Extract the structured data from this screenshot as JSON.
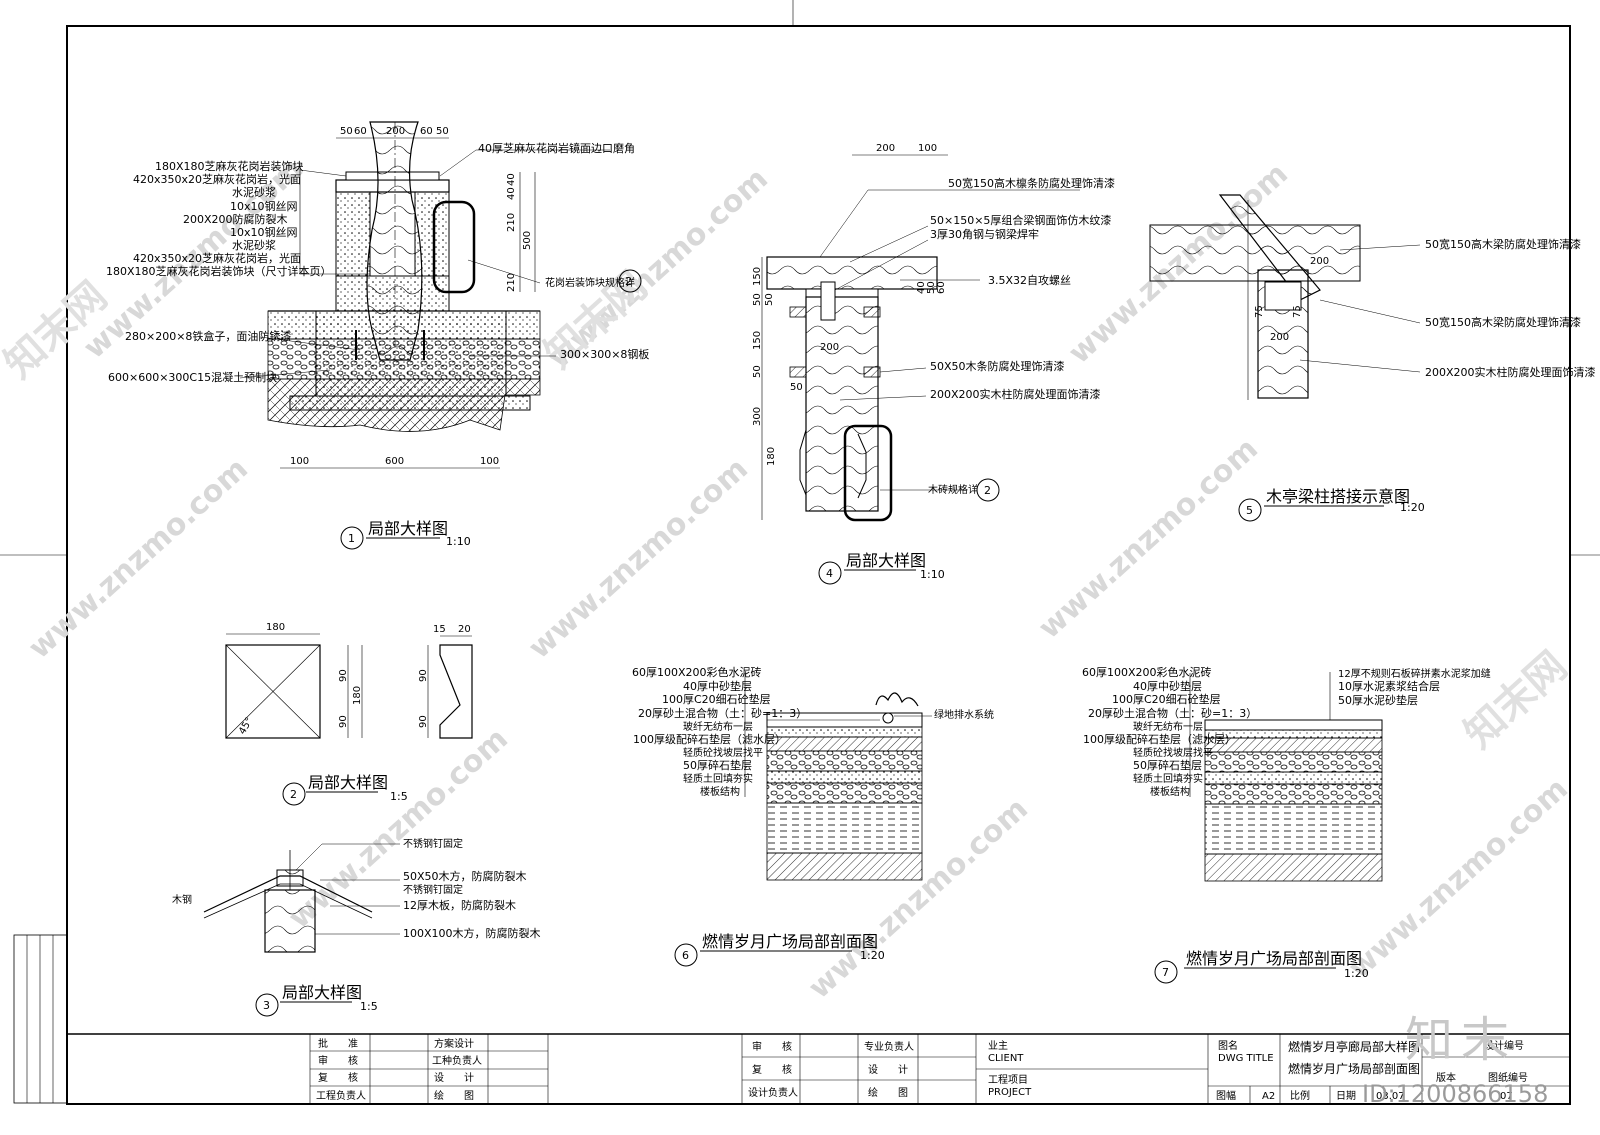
{
  "watermark": "www.znzmo.com",
  "watermark_cn": "知末网",
  "brand": {
    "logo": "知末",
    "id": "ID:1200866158"
  },
  "detail1": {
    "annotations": [
      "180X180芝麻灰花岗岩装饰块",
      "420x350x20芝麻灰花岗岩，光面",
      "水泥砂浆",
      "10x10钢丝网",
      "200X200防腐防裂木",
      "10x10钢丝网",
      "水泥砂浆",
      "420x350x20芝麻灰花岗岩，光面",
      "180X180芝麻灰花岗岩装饰块（尺寸详本页）"
    ],
    "top_note": "40厚芝麻灰花岗岩镜面边口磨角",
    "base_notes": [
      "280×200×8铁盒子，面油防锈漆",
      "600×600×300C15混凝土预制块"
    ],
    "plate_note": "300×300×8钢板",
    "ref_note": "花岗岩装饰块规格详",
    "dims_top": [
      "50",
      "60",
      "200",
      "60",
      "50"
    ],
    "dims_right": [
      "40",
      "40",
      "210",
      "500",
      "210"
    ],
    "dims_bottom": [
      "100",
      "600",
      "100"
    ],
    "ref_num": "2",
    "title_num": "1",
    "title": "局部大样图",
    "scale": "1:10"
  },
  "detail2": {
    "dims": [
      "180",
      "90",
      "90",
      "180",
      "15",
      "20",
      "90",
      "90",
      "45°"
    ],
    "title_num": "2",
    "title": "局部大样图",
    "scale": "1:5"
  },
  "detail3": {
    "notes": [
      "不锈钢钉固定",
      "50X50木方，防腐防裂木",
      "不锈钢钉固定",
      "12厚木板，防腐防裂木",
      "100X100木方，防腐防裂木"
    ],
    "left_note": "木钢",
    "title_num": "3",
    "title": "局部大样图",
    "scale": "1:5"
  },
  "detail4": {
    "notes": [
      "50宽150高木檩条防腐处理饰清漆",
      "50×150×5厚组合梁钢面饰仿木纹漆",
      "3厚30角钢与钢梁焊牢",
      "3.5X32自攻螺丝",
      "50X50木条防腐处理饰清漆",
      "200X200实木柱防腐处理面饰清漆"
    ],
    "dims_top": [
      "200",
      "100"
    ],
    "dims_left": [
      "150",
      "50",
      "50",
      "150",
      "50",
      "300",
      "180"
    ],
    "dims_inner": [
      "40",
      "50",
      "60",
      "200",
      "50"
    ],
    "ref_note": "木砖规格详",
    "ref_num": "2",
    "title_num": "4",
    "title": "局部大样图",
    "scale": "1:10"
  },
  "detail5": {
    "notes": [
      "50宽150高木梁防腐处理饰清漆",
      "50宽150高木梁防腐处理饰清漆",
      "200X200实木柱防腐处理面饰清漆"
    ],
    "dims": [
      "200",
      "75",
      "75",
      "200"
    ],
    "title_num": "5",
    "title": "木亭梁柱搭接示意图",
    "scale": "1:20"
  },
  "detail6": {
    "layers": [
      "60厚100X200彩色水泥砖",
      "40厚中砂垫层",
      "100厚C20细石砼垫层",
      "20厚砂土混合物（土：砂=1：3）",
      "玻纤无纺布一层",
      "100厚级配碎石垫层（滤水层）",
      "轻质砼找坡层找平",
      "50厚碎石垫层",
      "轻质土回填夯实",
      "楼板结构"
    ],
    "side_note": "绿地排水系统",
    "title_num": "6",
    "title": "燃情岁月广场局部剖面图",
    "scale": "1:20"
  },
  "detail7": {
    "layers_left": [
      "60厚100X200彩色水泥砖",
      "40厚中砂垫层",
      "100厚C20细石砼垫层",
      "20厚砂土混合物（土：砂=1：3）",
      "玻纤无纺布一层",
      "100厚级配碎石垫层（滤水层）",
      "轻质砼找坡层找平",
      "50厚碎石垫层",
      "轻质土回填夯实",
      "楼板结构"
    ],
    "layers_right": [
      "12厚不规则石板碎拼素水泥浆加缝",
      "10厚水泥素浆结合层",
      "50厚水泥砂垫层"
    ],
    "title_num": "7",
    "title": "燃情岁月广场局部剖面图",
    "scale": "1:20"
  },
  "title_block": {
    "col1": [
      "批　　准",
      "审　　核",
      "复　　核",
      "工程负责人"
    ],
    "col2": [
      "方案设计",
      "工种负责人",
      "设　　计",
      "绘　　图"
    ],
    "col3": [
      "审　　核",
      "复　　核",
      "设计负责人"
    ],
    "col4": [
      "专业负责人",
      "设　　计",
      "绘　　图"
    ],
    "owner_cn": "业主",
    "owner_en": "CLIENT",
    "project_cn": "工程项目",
    "project_en": "PROJECT",
    "dwg_cn": "图名",
    "dwg_en": "DWG TITLE",
    "dwg_title1": "燃情岁月亭廊局部大样图",
    "dwg_title2": "燃情岁月广场局部剖面图",
    "design_no": "设计编号",
    "version": "版本",
    "sheet_no": "图纸编号",
    "format_label": "图幅",
    "format_value": "A2",
    "scale_label": "比例",
    "date_label": "日期",
    "date_value": "03.07",
    "sheet_value": "07"
  }
}
